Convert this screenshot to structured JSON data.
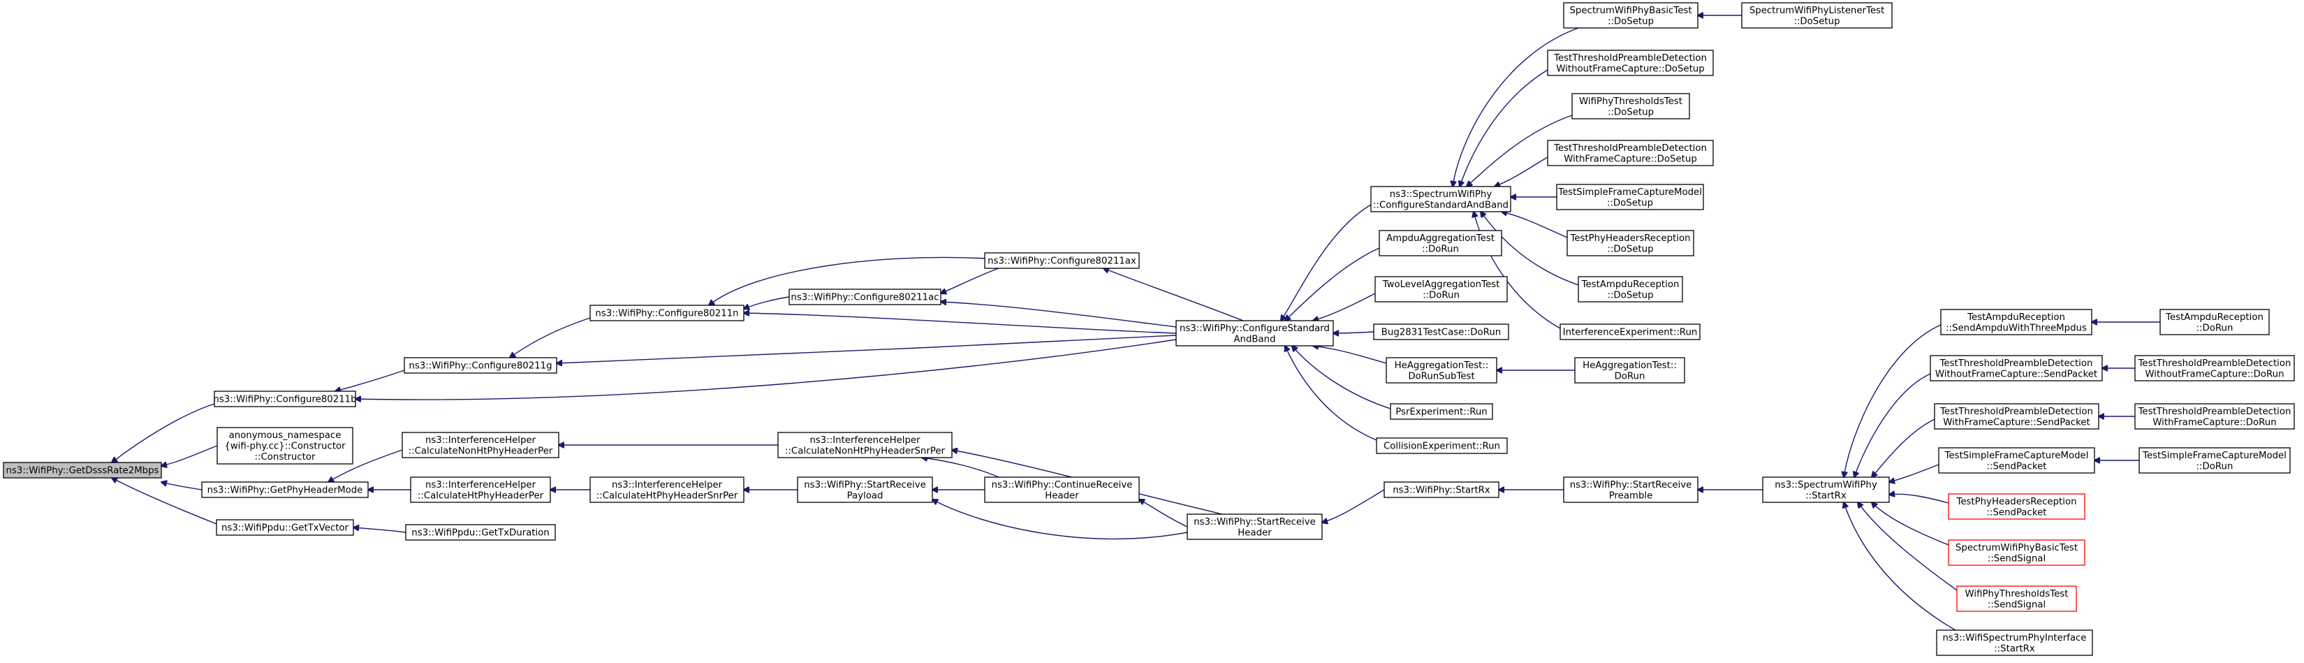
{
  "colors": {
    "edge": "#191970",
    "node_border": "#000000",
    "root_fill": "#bfbfbf",
    "truncated_border": "#ff0000"
  },
  "nodes": [
    {
      "id": "root",
      "lines": [
        "ns3::WifiPhy::GetDsssRate2Mbps"
      ],
      "style": "root"
    },
    {
      "id": "cfg11b",
      "lines": [
        "ns3::WifiPhy::Configure80211b"
      ]
    },
    {
      "id": "anon",
      "lines": [
        "anonymous_namespace",
        "{wifi-phy.cc}::Constructor",
        "::Constructor"
      ]
    },
    {
      "id": "hdrmode",
      "lines": [
        "ns3::WifiPhy::GetPhyHeaderMode"
      ]
    },
    {
      "id": "txvec",
      "lines": [
        "ns3::WifiPpdu::GetTxVector"
      ]
    },
    {
      "id": "cfg11g",
      "lines": [
        "ns3::WifiPhy::Configure80211g"
      ]
    },
    {
      "id": "nonhtper",
      "lines": [
        "ns3::InterferenceHelper",
        "::CalculateNonHtPhyHeaderPer"
      ]
    },
    {
      "id": "htper",
      "lines": [
        "ns3::InterferenceHelper",
        "::CalculateHtPhyHeaderPer"
      ]
    },
    {
      "id": "txdur",
      "lines": [
        "ns3::WifiPpdu::GetTxDuration"
      ]
    },
    {
      "id": "cfg11n",
      "lines": [
        "ns3::WifiPhy::Configure80211n"
      ]
    },
    {
      "id": "htsnr",
      "lines": [
        "ns3::InterferenceHelper",
        "::CalculateHtPhyHeaderSnrPer"
      ]
    },
    {
      "id": "cfg11ac",
      "lines": [
        "ns3::WifiPhy::Configure80211ac"
      ]
    },
    {
      "id": "nonhtsnr",
      "lines": [
        "ns3::InterferenceHelper",
        "::CalculateNonHtPhyHeaderSnrPer"
      ]
    },
    {
      "id": "startpayload",
      "lines": [
        "ns3::WifiPhy::StartReceive",
        "Payload"
      ]
    },
    {
      "id": "cfg11ax",
      "lines": [
        "ns3::WifiPhy::Configure80211ax"
      ]
    },
    {
      "id": "contrecv",
      "lines": [
        "ns3::WifiPhy::ContinueReceive",
        "Header"
      ]
    },
    {
      "id": "cfgstd",
      "lines": [
        "ns3::WifiPhy::ConfigureStandard",
        "AndBand"
      ]
    },
    {
      "id": "starthdr",
      "lines": [
        "ns3::WifiPhy::StartReceive",
        "Header"
      ]
    },
    {
      "id": "spcfgstd",
      "lines": [
        "ns3::SpectrumWifiPhy",
        "::ConfigureStandardAndBand"
      ]
    },
    {
      "id": "ampduagg",
      "lines": [
        "AmpduAggregationTest",
        "::DoRun"
      ]
    },
    {
      "id": "twolevel",
      "lines": [
        "TwoLevelAggregationTest",
        "::DoRun"
      ]
    },
    {
      "id": "bug2831",
      "lines": [
        "Bug2831TestCase::DoRun"
      ]
    },
    {
      "id": "heaggsub",
      "lines": [
        "HeAggregationTest::",
        "DoRunSubTest"
      ]
    },
    {
      "id": "psrexp",
      "lines": [
        "PsrExperiment::Run"
      ]
    },
    {
      "id": "collexp",
      "lines": [
        "CollisionExperiment::Run"
      ]
    },
    {
      "id": "startrx",
      "lines": [
        "ns3::WifiPhy::StartRx"
      ]
    },
    {
      "id": "specbasic",
      "lines": [
        "SpectrumWifiPhyBasicTest",
        "::DoSetup"
      ]
    },
    {
      "id": "tpdwithout",
      "lines": [
        "TestThresholdPreambleDetection",
        "WithoutFrameCapture::DoSetup"
      ]
    },
    {
      "id": "wpthresh",
      "lines": [
        "WifiPhyThresholdsTest",
        "::DoSetup"
      ]
    },
    {
      "id": "tpdwith",
      "lines": [
        "TestThresholdPreambleDetection",
        "WithFrameCapture::DoSetup"
      ]
    },
    {
      "id": "tsfcm",
      "lines": [
        "TestSimpleFrameCaptureModel",
        "::DoSetup"
      ]
    },
    {
      "id": "tphr",
      "lines": [
        "TestPhyHeadersReception",
        "::DoSetup"
      ]
    },
    {
      "id": "tampdu",
      "lines": [
        "TestAmpduReception",
        "::DoSetup"
      ]
    },
    {
      "id": "interfexp",
      "lines": [
        "InterferenceExperiment::Run"
      ]
    },
    {
      "id": "heaggrun",
      "lines": [
        "HeAggregationTest::",
        "DoRun"
      ]
    },
    {
      "id": "startpre",
      "lines": [
        "ns3::WifiPhy::StartReceive",
        "Preamble"
      ]
    },
    {
      "id": "speclistener",
      "lines": [
        "SpectrumWifiPhyListenerTest",
        "::DoSetup"
      ]
    },
    {
      "id": "spstartrx",
      "lines": [
        "ns3::SpectrumWifiPhy",
        "::StartRx"
      ]
    },
    {
      "id": "tampduSend",
      "lines": [
        "TestAmpduReception",
        "::SendAmpduWithThreeMpdus"
      ]
    },
    {
      "id": "tpdwoSend",
      "lines": [
        "TestThresholdPreambleDetection",
        "WithoutFrameCapture::SendPacket"
      ]
    },
    {
      "id": "tpdwSend",
      "lines": [
        "TestThresholdPreambleDetection",
        "WithFrameCapture::SendPacket"
      ]
    },
    {
      "id": "tsfcmSend",
      "lines": [
        "TestSimpleFrameCaptureModel",
        "::SendPacket"
      ]
    },
    {
      "id": "tphrSend",
      "lines": [
        "TestPhyHeadersReception",
        "::SendPacket"
      ],
      "style": "truncated"
    },
    {
      "id": "specbasicSend",
      "lines": [
        "SpectrumWifiPhyBasicTest",
        "::SendSignal"
      ],
      "style": "truncated"
    },
    {
      "id": "wpthreshSend",
      "lines": [
        "WifiPhyThresholdsTest",
        "::SendSignal"
      ],
      "style": "truncated"
    },
    {
      "id": "wsiStartRx",
      "lines": [
        "ns3::WifiSpectrumPhyInterface",
        "::StartRx"
      ]
    },
    {
      "id": "tampduRun",
      "lines": [
        "TestAmpduReception",
        "::DoRun"
      ]
    },
    {
      "id": "tpdwoRun",
      "lines": [
        "TestThresholdPreambleDetection",
        "WithoutFrameCapture::DoRun"
      ]
    },
    {
      "id": "tpdwRun",
      "lines": [
        "TestThresholdPreambleDetection",
        "WithFrameCapture::DoRun"
      ]
    },
    {
      "id": "tsfcmRun",
      "lines": [
        "TestSimpleFrameCaptureModel",
        "::DoRun"
      ]
    }
  ],
  "edges": [
    [
      "cfg11b",
      "root"
    ],
    [
      "anon",
      "root"
    ],
    [
      "hdrmode",
      "root"
    ],
    [
      "txvec",
      "root"
    ],
    [
      "cfg11g",
      "cfg11b"
    ],
    [
      "cfgstd",
      "cfg11b"
    ],
    [
      "nonhtper",
      "hdrmode"
    ],
    [
      "htper",
      "hdrmode"
    ],
    [
      "txdur",
      "txvec"
    ],
    [
      "cfg11n",
      "cfg11g"
    ],
    [
      "cfgstd",
      "cfg11g"
    ],
    [
      "nonhtsnr",
      "nonhtper"
    ],
    [
      "htsnr",
      "htper"
    ],
    [
      "cfg11ac",
      "cfg11n"
    ],
    [
      "cfg11ax",
      "cfg11n"
    ],
    [
      "cfgstd",
      "cfg11n"
    ],
    [
      "cfg11ax",
      "cfg11ac"
    ],
    [
      "cfgstd",
      "cfg11ac"
    ],
    [
      "cfgstd",
      "cfg11ax"
    ],
    [
      "startpayload",
      "htsnr"
    ],
    [
      "contrecv",
      "nonhtsnr"
    ],
    [
      "starthdr",
      "nonhtsnr"
    ],
    [
      "contrecv",
      "startpayload"
    ],
    [
      "starthdr",
      "startpayload"
    ],
    [
      "starthdr",
      "contrecv"
    ],
    [
      "spcfgstd",
      "cfgstd"
    ],
    [
      "ampduagg",
      "cfgstd"
    ],
    [
      "twolevel",
      "cfgstd"
    ],
    [
      "bug2831",
      "cfgstd"
    ],
    [
      "heaggsub",
      "cfgstd"
    ],
    [
      "psrexp",
      "cfgstd"
    ],
    [
      "collexp",
      "cfgstd"
    ],
    [
      "startrx",
      "starthdr"
    ],
    [
      "specbasic",
      "spcfgstd"
    ],
    [
      "tpdwithout",
      "spcfgstd"
    ],
    [
      "wpthresh",
      "spcfgstd"
    ],
    [
      "tpdwith",
      "spcfgstd"
    ],
    [
      "tsfcm",
      "spcfgstd"
    ],
    [
      "tphr",
      "spcfgstd"
    ],
    [
      "tampdu",
      "spcfgstd"
    ],
    [
      "interfexp",
      "spcfgstd"
    ],
    [
      "heaggrun",
      "heaggsub"
    ],
    [
      "startpre",
      "startrx"
    ],
    [
      "speclistener",
      "specbasic"
    ],
    [
      "spstartrx",
      "startpre"
    ],
    [
      "tampduSend",
      "spstartrx"
    ],
    [
      "tpdwoSend",
      "spstartrx"
    ],
    [
      "tpdwSend",
      "spstartrx"
    ],
    [
      "tsfcmSend",
      "spstartrx"
    ],
    [
      "tphrSend",
      "spstartrx"
    ],
    [
      "specbasicSend",
      "spstartrx"
    ],
    [
      "wpthreshSend",
      "spstartrx"
    ],
    [
      "wsiStartRx",
      "spstartrx"
    ],
    [
      "tampduRun",
      "tampduSend"
    ],
    [
      "tpdwoRun",
      "tpdwoSend"
    ],
    [
      "tpdwRun",
      "tpdwSend"
    ],
    [
      "tsfcmRun",
      "tsfcmSend"
    ]
  ]
}
